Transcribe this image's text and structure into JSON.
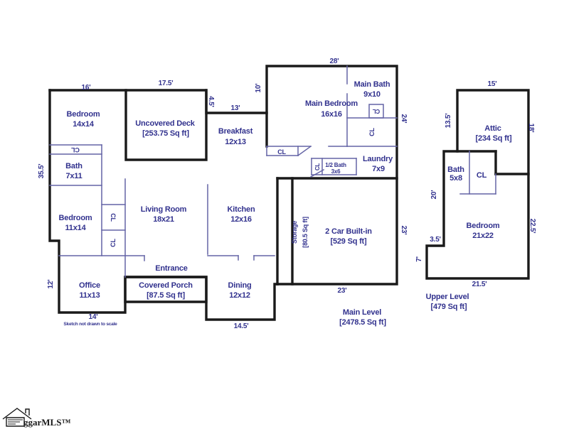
{
  "colors": {
    "label_text": "#32328e",
    "outer_wall": "#1a1a1a",
    "inner_wall": "#6464a5",
    "background": "#ffffff",
    "logo_text": "#1a1a1a"
  },
  "closet_label": "CL",
  "note": "Sketch not drawn to scale",
  "footer": {
    "logo_text": "ggarMLS™"
  },
  "levels": {
    "main": {
      "title": "Main Level",
      "area": "[2478.5 Sq ft]"
    },
    "upper": {
      "title": "Upper Level",
      "area": "[479 Sq ft]"
    }
  },
  "rooms": {
    "bedroom_14x14": {
      "name": "Bedroom",
      "dims": "14x14"
    },
    "uncovered_deck": {
      "name": "Uncovered Deck",
      "area": "[253.75 Sq ft]"
    },
    "breakfast": {
      "name": "Breakfast",
      "dims": "12x13"
    },
    "main_bedroom": {
      "name": "Main Bedroom",
      "dims": "16x16"
    },
    "main_bath": {
      "name": "Main Bath",
      "dims": "9x10"
    },
    "laundry": {
      "name": "Laundry",
      "dims": "7x9"
    },
    "half_bath": {
      "name": "1/2 Bath",
      "dims": "3x6"
    },
    "bath_7x11": {
      "name": "Bath",
      "dims": "7x11"
    },
    "bedroom_11x14": {
      "name": "Bedroom",
      "dims": "11x14"
    },
    "living_room": {
      "name": "Living Room",
      "dims": "18x21"
    },
    "kitchen": {
      "name": "Kitchen",
      "dims": "12x16"
    },
    "storage": {
      "name": "Storage",
      "area": "[80.5 Sq ft]"
    },
    "garage": {
      "name": "2 Car Built-in",
      "area": "[529 Sq ft]"
    },
    "entrance": {
      "name": "Entrance"
    },
    "office": {
      "name": "Office",
      "dims": "11x13"
    },
    "covered_porch": {
      "name": "Covered Porch",
      "area": "[87.5 Sq ft]"
    },
    "dining": {
      "name": "Dining",
      "dims": "12x12"
    },
    "attic": {
      "name": "Attic",
      "area": "[234 Sq ft]"
    },
    "bath_5x8": {
      "name": "Bath",
      "dims": "5x8"
    },
    "bedroom_21x22": {
      "name": "Bedroom",
      "dims": "21x22"
    }
  },
  "dimensions": {
    "ft16": "16'",
    "ft17_5": "17.5'",
    "ft28": "28'",
    "ft13": "13'",
    "ft4_5": "4.5'",
    "ft10": "10'",
    "ft24": "24'",
    "ft35_5": "35.5'",
    "ft12": "12'",
    "ft14": "14'",
    "ft14_5": "14.5'",
    "ft23_bottom": "23'",
    "ft23_right": "23'",
    "ft15": "15'",
    "ft13_5": "13.5'",
    "ft18": "18'",
    "ft20": "20'",
    "ft3_5": "3.5'",
    "ft7": "7'",
    "ft21_5": "21.5'",
    "ft22_5": "22.5'"
  }
}
